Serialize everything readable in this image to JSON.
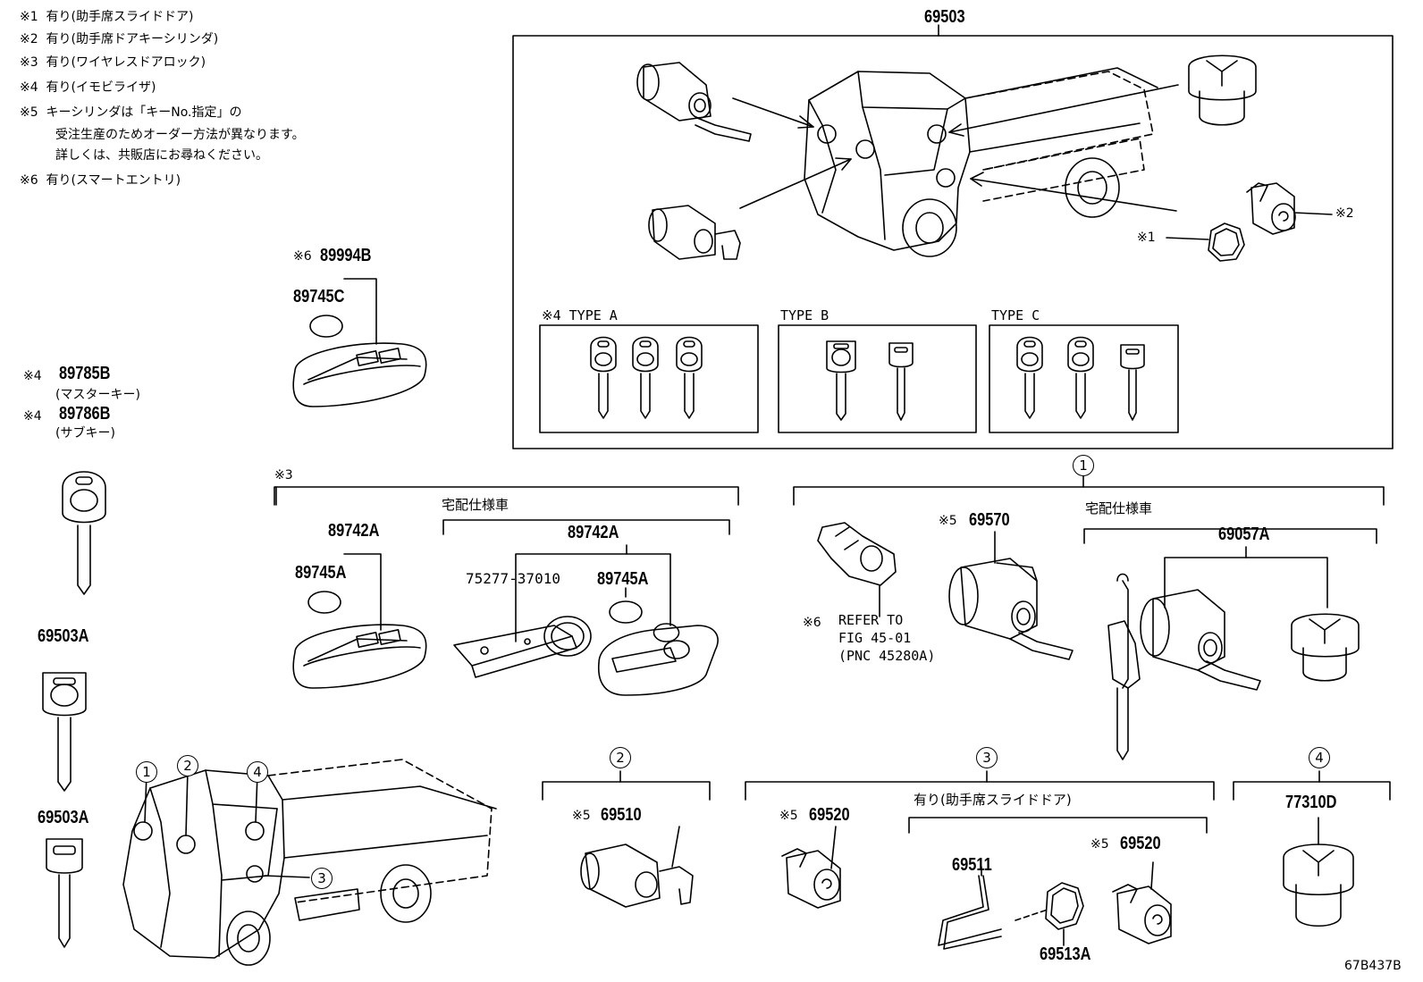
{
  "notes": [
    {
      "mark": "※1",
      "text": "有り(助手席スライドドア)"
    },
    {
      "mark": "※2",
      "text": "有り(助手席ドアキーシリンダ)"
    },
    {
      "mark": "※3",
      "text": "有り(ワイヤレスドアロック)"
    },
    {
      "mark": "※4",
      "text": "有り(イモビライザ)"
    },
    {
      "mark": "※5",
      "text": "キーシリンダは「キーNo.指定」の"
    },
    {
      "mark": "",
      "text": "受注生産のためオーダー方法が異なります。"
    },
    {
      "mark": "",
      "text": "詳しくは、共販店にお尋ねください。"
    },
    {
      "mark": "※6",
      "text": "有り(スマートエントリ)"
    }
  ],
  "labels": {
    "top_assembly": "69503",
    "type_a": "※4 TYPE  A",
    "type_b": "TYPE  B",
    "type_c": "TYPE  C",
    "mark_1_right": "※1",
    "mark_2_right": "※2",
    "mark_6": "※6",
    "p_89994B": "89994B",
    "p_89745C": "89745C",
    "mark_4a": "※4",
    "p_89785B": "89785B",
    "master_key": "(マスターキー)",
    "mark_4b": "※4",
    "p_89786B": "89786B",
    "sub_key": "(サブキー)",
    "p_69503A_1": "69503A",
    "p_69503A_2": "69503A",
    "mark_3": "※3",
    "delivery_1": "宅配仕様車",
    "p_89742A_1": "89742A",
    "p_89745A_1": "89745A",
    "p_89742A_2": "89742A",
    "p_75277": "75277-37010",
    "p_89745A_2": "89745A",
    "circ_1": "1",
    "delivery_2": "宅配仕様車",
    "mark_5a": "※5",
    "p_69570": "69570",
    "p_69057A": "69057A",
    "mark_6b": "※6",
    "refer_1": "REFER TO",
    "refer_2": "FIG 45-01",
    "refer_3": "(PNC 45280A)",
    "circ_2": "2",
    "mark_5b": "※5",
    "p_69510": "69510",
    "circ_3": "3",
    "mark_5c": "※5",
    "p_69520_1": "69520",
    "slide_door": "有り(助手席スライドドア)",
    "p_69511": "69511",
    "mark_5d": "※5",
    "p_69520_2": "69520",
    "p_69513A": "69513A",
    "circ_4": "4",
    "p_77310D": "77310D",
    "truck_c1": "1",
    "truck_c2": "2",
    "truck_c3": "3",
    "truck_c4": "4",
    "figure_code": "67B437B"
  }
}
